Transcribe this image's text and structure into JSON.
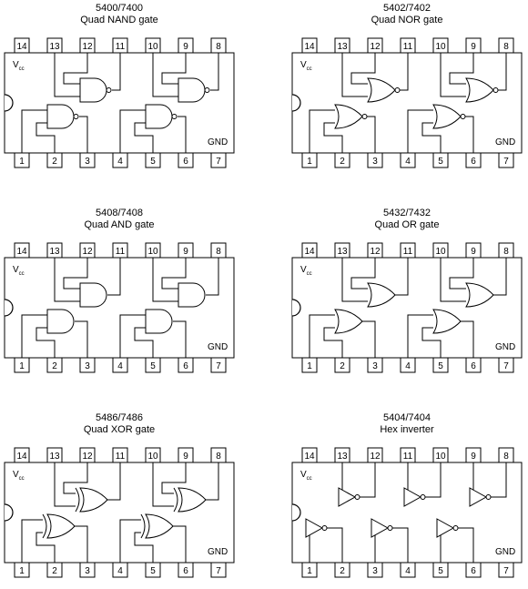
{
  "diagram_title": "",
  "chips": [
    {
      "part_number": "5400/7400",
      "title": "Quad NAND gate",
      "gate_type": "nand",
      "vcc_label": "V",
      "vcc_subscript": "cc",
      "gnd_label": "GND",
      "top_pins": [
        "14",
        "13",
        "12",
        "11",
        "10",
        "9",
        "8"
      ],
      "bottom_pins": [
        "1",
        "2",
        "3",
        "4",
        "5",
        "6",
        "7"
      ]
    },
    {
      "part_number": "5402/7402",
      "title": "Quad NOR gate",
      "gate_type": "nor",
      "vcc_label": "V",
      "vcc_subscript": "cc",
      "gnd_label": "GND",
      "top_pins": [
        "14",
        "13",
        "12",
        "11",
        "10",
        "9",
        "8"
      ],
      "bottom_pins": [
        "1",
        "2",
        "3",
        "4",
        "5",
        "6",
        "7"
      ]
    },
    {
      "part_number": "5408/7408",
      "title": "Quad AND gate",
      "gate_type": "and",
      "vcc_label": "V",
      "vcc_subscript": "cc",
      "gnd_label": "GND",
      "top_pins": [
        "14",
        "13",
        "12",
        "11",
        "10",
        "9",
        "8"
      ],
      "bottom_pins": [
        "1",
        "2",
        "3",
        "4",
        "5",
        "6",
        "7"
      ]
    },
    {
      "part_number": "5432/7432",
      "title": "Quad OR gate",
      "gate_type": "or",
      "vcc_label": "V",
      "vcc_subscript": "cc",
      "gnd_label": "GND",
      "top_pins": [
        "14",
        "13",
        "12",
        "11",
        "10",
        "9",
        "8"
      ],
      "bottom_pins": [
        "1",
        "2",
        "3",
        "4",
        "5",
        "6",
        "7"
      ]
    },
    {
      "part_number": "5486/7486",
      "title": "Quad XOR gate",
      "gate_type": "xor",
      "vcc_label": "V",
      "vcc_subscript": "cc",
      "gnd_label": "GND",
      "top_pins": [
        "14",
        "13",
        "12",
        "11",
        "10",
        "9",
        "8"
      ],
      "bottom_pins": [
        "1",
        "2",
        "3",
        "4",
        "5",
        "6",
        "7"
      ]
    },
    {
      "part_number": "5404/7404",
      "title": "Hex inverter",
      "gate_type": "not",
      "vcc_label": "V",
      "vcc_subscript": "cc",
      "gnd_label": "GND",
      "top_pins": [
        "14",
        "13",
        "12",
        "11",
        "10",
        "9",
        "8"
      ],
      "bottom_pins": [
        "1",
        "2",
        "3",
        "4",
        "5",
        "6",
        "7"
      ]
    }
  ]
}
